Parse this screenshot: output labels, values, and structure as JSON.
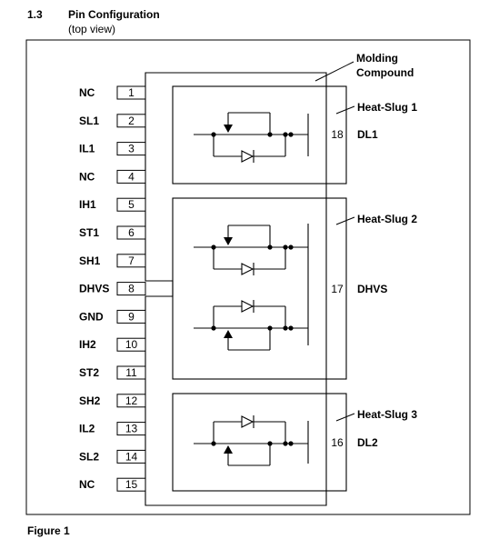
{
  "section": {
    "number": "1.3",
    "title": "Pin Configuration",
    "subtitle": "(top view)"
  },
  "figure_caption": "Figure 1",
  "molding_label": [
    "Molding",
    "Compound"
  ],
  "pins_left": [
    {
      "num": "1",
      "name": "NC"
    },
    {
      "num": "2",
      "name": "SL1"
    },
    {
      "num": "3",
      "name": "IL1"
    },
    {
      "num": "4",
      "name": "NC"
    },
    {
      "num": "5",
      "name": "IH1"
    },
    {
      "num": "6",
      "name": "ST1"
    },
    {
      "num": "7",
      "name": "SH1"
    },
    {
      "num": "8",
      "name": "DHVS"
    },
    {
      "num": "9",
      "name": "GND"
    },
    {
      "num": "10",
      "name": "IH2"
    },
    {
      "num": "11",
      "name": "ST2"
    },
    {
      "num": "12",
      "name": "SH2"
    },
    {
      "num": "13",
      "name": "IL2"
    },
    {
      "num": "14",
      "name": "SL2"
    },
    {
      "num": "15",
      "name": "NC"
    }
  ],
  "slugs": [
    {
      "label": "Heat-Slug 1",
      "pin_num": "18",
      "pin_name": "DL1"
    },
    {
      "label": "Heat-Slug 2",
      "pin_num": "17",
      "pin_name": "DHVS"
    },
    {
      "label": "Heat-Slug 3",
      "pin_num": "16",
      "pin_name": "DL2"
    }
  ]
}
